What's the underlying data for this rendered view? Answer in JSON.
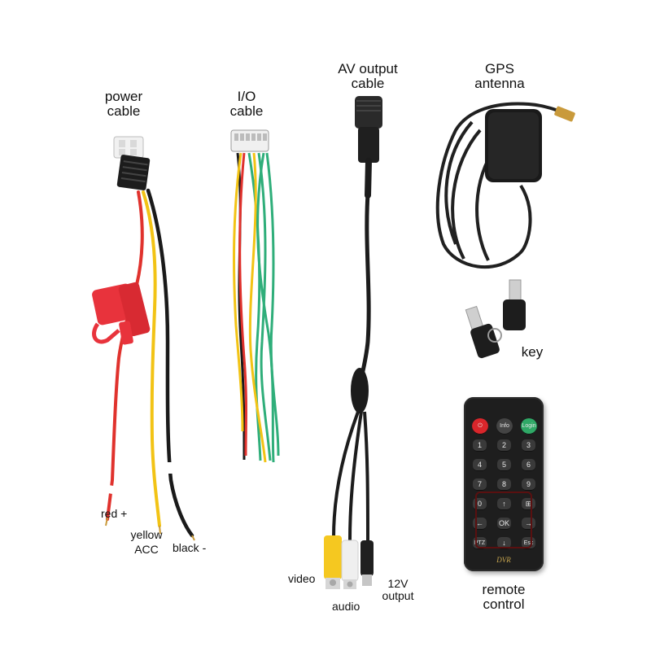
{
  "labels": {
    "power_cable": [
      "power",
      "cable"
    ],
    "io_cable": [
      "I/O",
      "cable"
    ],
    "av_output_cable": [
      "AV output",
      "cable"
    ],
    "gps_antenna": [
      "GPS",
      "antenna"
    ],
    "key": "key",
    "remote_control": [
      "remote",
      "control"
    ],
    "red_wire": "red +",
    "yellow_wire": [
      "yellow",
      "ACC"
    ],
    "black_wire": "black -",
    "video": "video",
    "audio": "audio",
    "output_12v": [
      "12V",
      "output"
    ]
  },
  "remote": {
    "power_icon": "power-icon",
    "info": "Info",
    "login": "Login",
    "digits": [
      "1",
      "2",
      "3",
      "4",
      "5",
      "6",
      "7",
      "8",
      "9",
      "0"
    ],
    "up": "↑",
    "down": "↓",
    "left": "←",
    "right": "→",
    "ok": "OK",
    "grid": "⊞",
    "ptz": "PTZ",
    "esc": "Esc",
    "brand": "DVR"
  },
  "colors": {
    "red_wire": "#e0322d",
    "yellow_wire": "#f2c315",
    "black_wire": "#1a1a1a",
    "green_wire": "#2fae7a",
    "fuse_holder": "#e8333c",
    "connector_white": "#f3f3f3",
    "rca_yellow": "#f5c820",
    "rca_white": "#efefef",
    "gold": "#c99a3b"
  }
}
